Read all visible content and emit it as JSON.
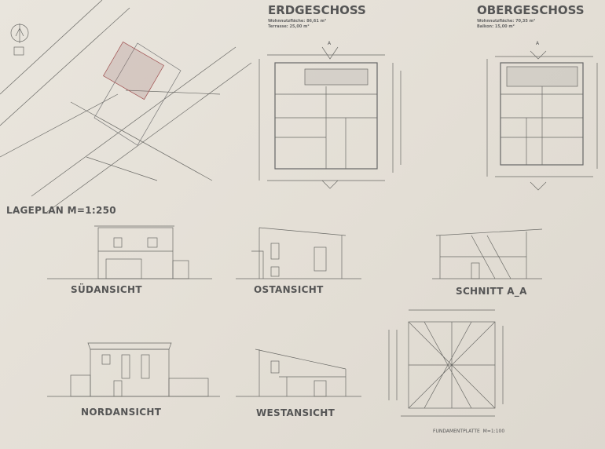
{
  "erdgeschoss": {
    "title": "ERDGESCHOSS",
    "area_label": "Wohnnutzfläche:",
    "area_value": "86,61 m²",
    "terrace_label": "Terrasse:",
    "terrace_value": "25,00 m²",
    "section_marker": "A"
  },
  "obergeschoss": {
    "title": "OBERGESCHOSS",
    "area_label": "Wohnnutzfläche:",
    "area_value": "70,35 m²",
    "balcony_label": "Balkon:",
    "balcony_value": "15,00 m²",
    "section_marker": "A"
  },
  "lageplan": {
    "title": "LAGEPLAN M=1:250"
  },
  "views": {
    "sued": "SÜDANSICHT",
    "ost": "OSTANSICHT",
    "schnitt": "SCHNITT A_A",
    "nord": "NORDANSICHT",
    "west": "WESTANSICHT"
  },
  "fundament": {
    "title": "FUNDAMENTPLATTE",
    "scale": "M=1:100"
  }
}
